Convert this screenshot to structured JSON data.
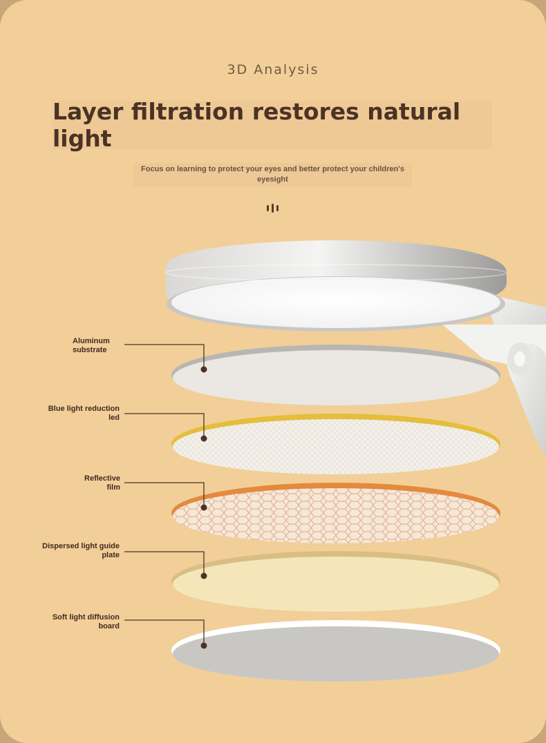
{
  "header": {
    "kicker": "3D Analysis",
    "title": "Layer filtration restores natural light",
    "subtitle": "Focus on learning to protect your eyes and better protect your children's eyesight"
  },
  "layers": [
    {
      "label_line1": "Aluminum",
      "label_line2": "substrate",
      "color": "#ebe8e3",
      "rim": "#b9b6b2"
    },
    {
      "label_line1": "Blue light reduction",
      "label_line2": "led",
      "color": "#f4f0ea",
      "rim": "#e4be3c"
    },
    {
      "label_line1": "Reflective",
      "label_line2": "film",
      "color": "#f6e6d4",
      "rim": "#e38a3e"
    },
    {
      "label_line1": "Dispersed light guide",
      "label_line2": "plate",
      "color": "#f4e6b8",
      "rim": "#d8be82"
    },
    {
      "label_line1": "Soft light diffusion",
      "label_line2": "board",
      "color": "#c9c7c4",
      "rim": "#ffffff"
    }
  ],
  "colors": {
    "background": "#f2cf98",
    "accent_text": "#4a3325",
    "leader_line": "#4a3325"
  }
}
